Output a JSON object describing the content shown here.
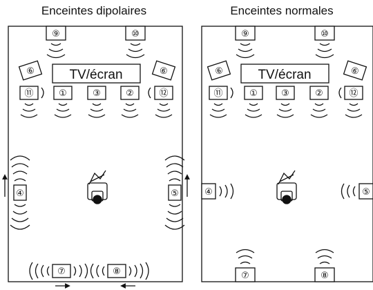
{
  "panels": [
    {
      "title": "Enceintes dipolaires",
      "tv_label": "TV/écran",
      "speakers": {
        "s1": "①",
        "s2": "②",
        "s3": "③",
        "s4": "④",
        "s5": "⑤",
        "s6": "⑥",
        "s7": "⑦",
        "s8": "⑧",
        "s9": "⑨",
        "s10": "⑩",
        "s11": "⑪",
        "s12": "⑫"
      }
    },
    {
      "title": "Enceintes normales",
      "tv_label": "TV/écran",
      "speakers": {
        "s1": "①",
        "s2": "②",
        "s3": "③",
        "s4": "④",
        "s5": "⑤",
        "s6": "⑥",
        "s7": "⑦",
        "s8": "⑧",
        "s9": "⑨",
        "s10": "⑩",
        "s11": "⑪",
        "s12": "⑫"
      }
    }
  ],
  "colors": {
    "line": "#111111",
    "background": "#ffffff"
  }
}
